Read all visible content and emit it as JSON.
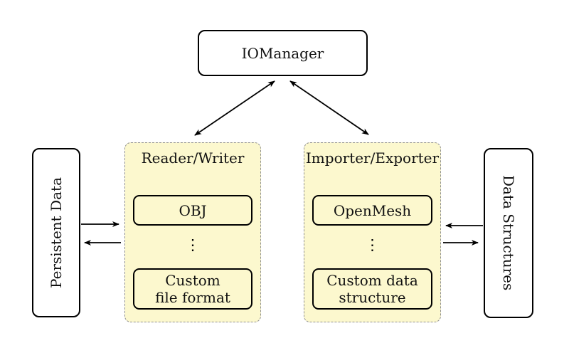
{
  "iomanager": {
    "label": "IOManager"
  },
  "persistent_data": {
    "label": "Persistent Data"
  },
  "data_structures": {
    "label": "Data Structures"
  },
  "reader_writer": {
    "title": "Reader/Writer",
    "item1": "OBJ",
    "dots": "⋮",
    "item2_line1": "Custom",
    "item2_line2": "file format"
  },
  "importer_exporter": {
    "title": "Importer/Exporter",
    "item1": "OpenMesh",
    "dots": "⋮",
    "item2_line1": "Custom data",
    "item2_line2": "structure"
  },
  "colors": {
    "container_fill": "#FCF8CE",
    "container_border": "#8F8F8F",
    "node_fill": "#FFFFFF",
    "stroke": "#000000"
  }
}
